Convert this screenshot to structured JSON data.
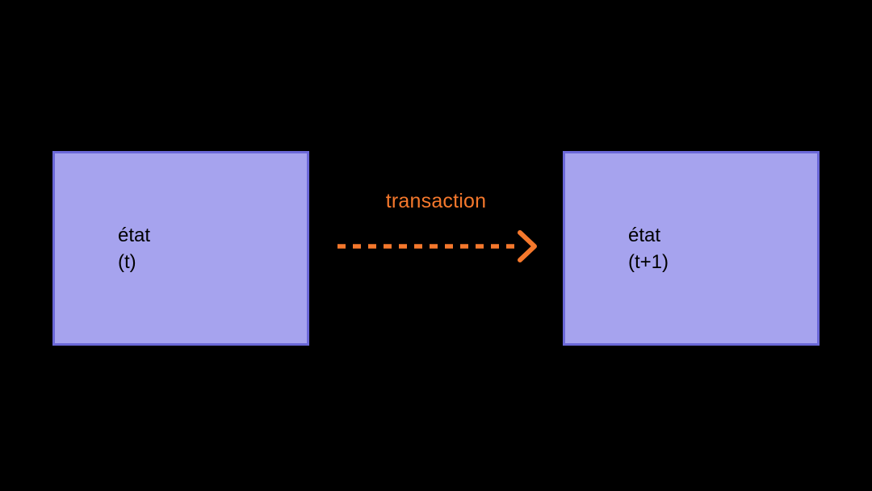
{
  "diagram": {
    "background_color": "#000000",
    "nodes": [
      {
        "id": "state-t",
        "line1": "état",
        "line2": "(t)",
        "fill_color": "#a6a3ee",
        "border_color": "#6b68d8",
        "text_color": "#000000"
      },
      {
        "id": "state-t-plus-1",
        "line1": "état",
        "line2": "(t+1)",
        "fill_color": "#a6a3ee",
        "border_color": "#6b68d8",
        "text_color": "#000000"
      }
    ],
    "edge": {
      "label": "transaction",
      "color": "#f5782c",
      "style": "dashed",
      "direction": "left-to-right"
    }
  }
}
